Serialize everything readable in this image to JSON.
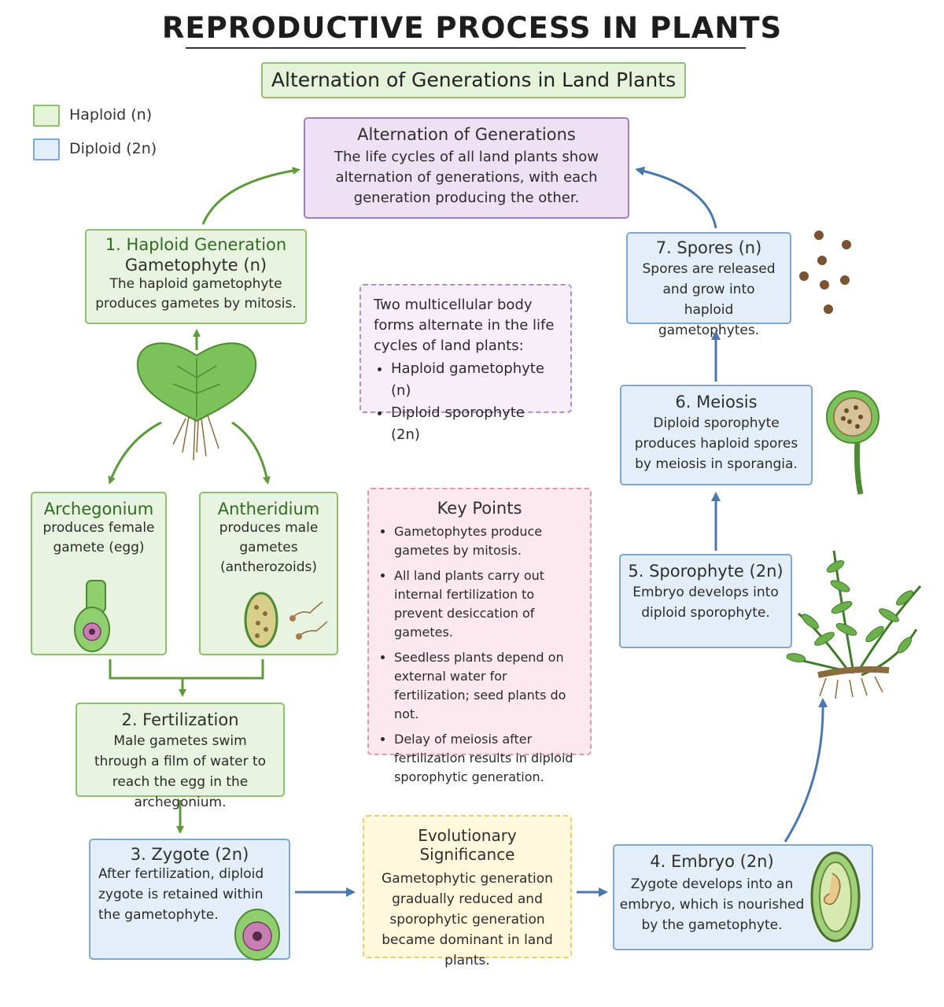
{
  "title": "REPRODUCTIVE PROCESS IN PLANTS",
  "subtitle": "Alternation of Generations in Land Plants",
  "legend": [
    {
      "label": "Haploid (n)",
      "color": "#e4f2d8",
      "border": "#8dbf6e"
    },
    {
      "label": "Diploid (2n)",
      "color": "#e1edf8",
      "border": "#7fa7cf"
    }
  ],
  "center": {
    "heading": "Alternation of Generations",
    "text": "The life cycles of all land plants show alternation of generations, with each generation producing the other."
  },
  "body_forms": {
    "intro": "Two multicellular body forms alternate in the life cycles of land plants:",
    "items": [
      "Haploid gametophyte (n)",
      "Diploid sporophyte (2n)"
    ]
  },
  "step1": {
    "heading": "1. Haploid Generation",
    "subheading": "Gametophyte (n)",
    "text": "The haploid gametophyte produces gametes by mitosis."
  },
  "archegonium": {
    "heading": "Archegonium",
    "text": "produces female gamete (egg)"
  },
  "antheridium": {
    "heading": "Antheridium",
    "text": "produces male gametes (antherozoids)"
  },
  "step2": {
    "heading": "2. Fertilization",
    "text": "Male gametes swim through a film of water to reach the egg in the archegonium."
  },
  "step3": {
    "heading": "3. Zygote (2n)",
    "text": "After fertilization, diploid zygote is retained within the gametophyte."
  },
  "step4": {
    "heading": "4. Embryo (2n)",
    "text": "Zygote develops into an embryo, which is nourished by the gametophyte."
  },
  "step5": {
    "heading": "5. Sporophyte (2n)",
    "text": "Embryo develops into diploid sporophyte."
  },
  "step6": {
    "heading": "6. Meiosis",
    "text": "Diploid sporophyte produces haploid spores by meiosis in sporangia."
  },
  "step7": {
    "heading": "7. Spores (n)",
    "text": "Spores are released and grow into haploid gametophytes."
  },
  "key_points": {
    "heading": "Key Points",
    "items": [
      "Gametophytes produce gametes by mitosis.",
      "All land plants carry out internal fertilization to prevent desiccation of gametes.",
      "Seedless plants depend on external water for fertilization; seed plants do not.",
      "Delay of meiosis after fertilization results in diploid sporophytic generation."
    ]
  },
  "evolution": {
    "heading": "Evolutionary Significance",
    "text": "Gametophytic generation gradually reduced and sporophytic generation became dominant in land plants."
  },
  "colors": {
    "green_arrow": "#5d9a3c",
    "blue_arrow": "#4a78ad"
  }
}
